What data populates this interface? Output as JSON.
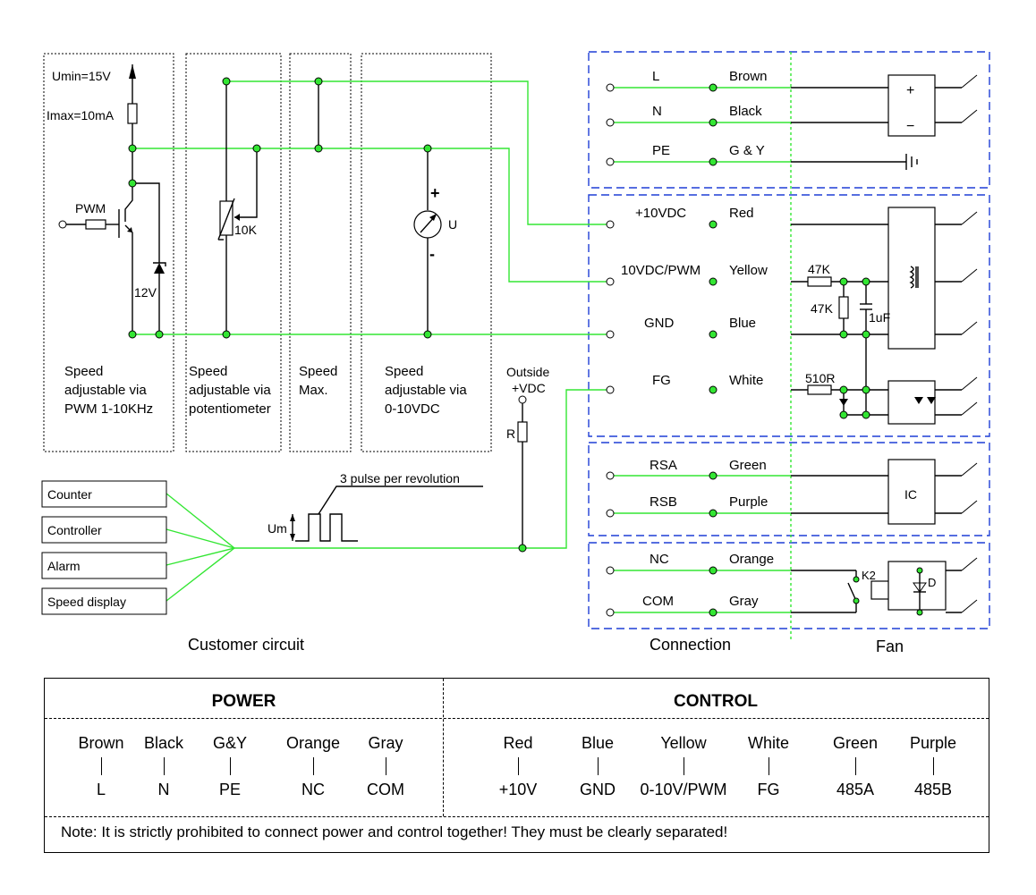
{
  "customer": {
    "umin": "Umin=15V",
    "imax": "Imax=10mA",
    "pwm": "PWM",
    "zener": "12V",
    "pot": "10K",
    "meter_u": "U",
    "plus": "+",
    "minus": "-",
    "section_pwm": [
      "Speed",
      "adjustable via",
      "PWM 1-10KHz"
    ],
    "section_pot": [
      "Speed",
      "adjustable via",
      "potentiometer"
    ],
    "section_max": [
      "Speed",
      "Max."
    ],
    "section_volt": [
      "Speed",
      "adjustable via",
      "0-10VDC"
    ],
    "outside": [
      "Outside",
      "+VDC"
    ],
    "r_label": "R",
    "pulse_label": "3 pulse per revolution",
    "um_label": "Um",
    "devices": [
      "Counter",
      "Controller",
      "Alarm",
      "Speed display"
    ],
    "caption": "Customer circuit"
  },
  "connection": {
    "caption": "Connection",
    "wires": [
      {
        "signal": "L",
        "color": "Brown"
      },
      {
        "signal": "N",
        "color": "Black"
      },
      {
        "signal": "PE",
        "color": "G & Y"
      },
      {
        "signal": "+10VDC",
        "color": "Red"
      },
      {
        "signal": "10VDC/PWM",
        "color": "Yellow"
      },
      {
        "signal": "GND",
        "color": "Blue"
      },
      {
        "signal": "FG",
        "color": "White"
      },
      {
        "signal": "RSA",
        "color": "Green"
      },
      {
        "signal": "RSB",
        "color": "Purple"
      },
      {
        "signal": "NC",
        "color": "Orange"
      },
      {
        "signal": "COM",
        "color": "Gray"
      }
    ]
  },
  "fan": {
    "caption": "Fan",
    "psu_plus": "+",
    "psu_minus": "−",
    "r47_a": "47K",
    "r47_b": "47K",
    "cap": "1uF",
    "r510": "510R",
    "ic": "IC",
    "k2": "K2",
    "d": "D"
  },
  "legend": {
    "power_title": "POWER",
    "control_title": "CONTROL",
    "power": [
      {
        "color": "Brown",
        "signal": "L"
      },
      {
        "color": "Black",
        "signal": "N"
      },
      {
        "color": "G&Y",
        "signal": "PE"
      },
      {
        "color": "Orange",
        "signal": "NC"
      },
      {
        "color": "Gray",
        "signal": "COM"
      }
    ],
    "control": [
      {
        "color": "Red",
        "signal": "+10V"
      },
      {
        "color": "Blue",
        "signal": "GND"
      },
      {
        "color": "Yellow",
        "signal": "0-10V/PWM"
      },
      {
        "color": "White",
        "signal": "FG"
      },
      {
        "color": "Green",
        "signal": "485A"
      },
      {
        "color": "Purple",
        "signal": "485B"
      }
    ],
    "note": "Note: It is strictly prohibited to connect power and control together!  They must be clearly separated!"
  },
  "colors": {
    "wire_green": "#33e633",
    "box_blue": "#1f3fd6"
  }
}
